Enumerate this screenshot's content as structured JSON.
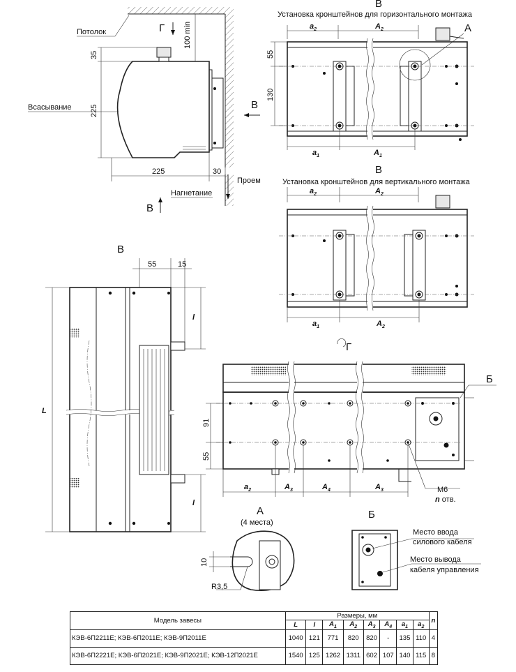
{
  "labels": {
    "ceiling": "Потолок",
    "intake": "Всасывание",
    "outlet": "Нагнетание",
    "opening": "Проем",
    "view_g_arrow": "Г",
    "view_v_arrow_side": "В",
    "view_v_arrow_bottom": "В",
    "dim_100min": "100 min",
    "dim_35": "35",
    "dim_225_v": "225",
    "dim_225_h": "225",
    "dim_30": "30",
    "view_b_top": "В",
    "title_horizontal": "Установка кронштейнов для горизонтального монтажа",
    "callout_a_top": "А",
    "h_a2": "a",
    "h_a2_sub": "2",
    "h_A2": "A",
    "h_A2_sub": "2",
    "h_a1": "a",
    "h_a1_sub": "1",
    "h_A1": "A",
    "h_A1_sub": "1",
    "h_55": "55",
    "h_130": "130",
    "view_b_mid": "В",
    "title_vertical": "Установка кронштейнов для вертикального монтажа",
    "v_a2": "a",
    "v_a2_sub": "2",
    "v_A2": "A",
    "v_A2_sub": "2",
    "v_a1": "a",
    "v_a1_sub": "1",
    "v_A2b": "A",
    "v_A2b_sub": "2",
    "view_b_left": "В",
    "l_55": "55",
    "l_15": "15",
    "l_L": "L",
    "l_l1": "l",
    "l_l2": "l",
    "view_g": "Г",
    "callout_b_right": "Б",
    "g_91": "91",
    "g_55": "55",
    "g_a2": "a",
    "g_a2_sub": "2",
    "g_A3": "A",
    "g_A3_sub": "3",
    "g_A4": "A",
    "g_A4_sub": "4",
    "g_A3b": "A",
    "g_A3b_sub": "3",
    "g_m6": "М6",
    "g_n": "n",
    "g_n_suffix": " отв.",
    "detail_a_title": "А",
    "detail_a_sub": "(4 места)",
    "detail_a_10": "10",
    "detail_a_r": "R3,5",
    "detail_b_title": "Б",
    "detail_b_power_1": "Место ввода",
    "detail_b_power_2": "силового кабеля",
    "detail_b_ctrl_1": "Место вывода",
    "detail_b_ctrl_2": "кабеля управления"
  },
  "table": {
    "model_header": "Модель завесы",
    "dims_header": "Размеры, мм",
    "n_header": "n",
    "columns": [
      "L",
      "l",
      "A1",
      "A2",
      "A3",
      "A4",
      "a1",
      "a2"
    ],
    "column_subs": [
      "",
      "",
      "1",
      "2",
      "3",
      "4",
      "1",
      "2"
    ],
    "column_bases": [
      "L",
      "l",
      "A",
      "A",
      "A",
      "A",
      "a",
      "a"
    ],
    "rows": [
      {
        "model": "КЭВ-6П2211Е; КЭВ-6П2011Е; КЭВ-9П2011Е",
        "values": [
          "1040",
          "121",
          "771",
          "820",
          "820",
          "-",
          "135",
          "110"
        ],
        "n": "4"
      },
      {
        "model": "КЭВ-6П2221Е; КЭВ-6П2021Е; КЭВ-9П2021Е; КЭВ-12П2021Е",
        "values": [
          "1540",
          "125",
          "1262",
          "1311",
          "602",
          "107",
          "140",
          "115"
        ],
        "n": "8"
      }
    ]
  }
}
